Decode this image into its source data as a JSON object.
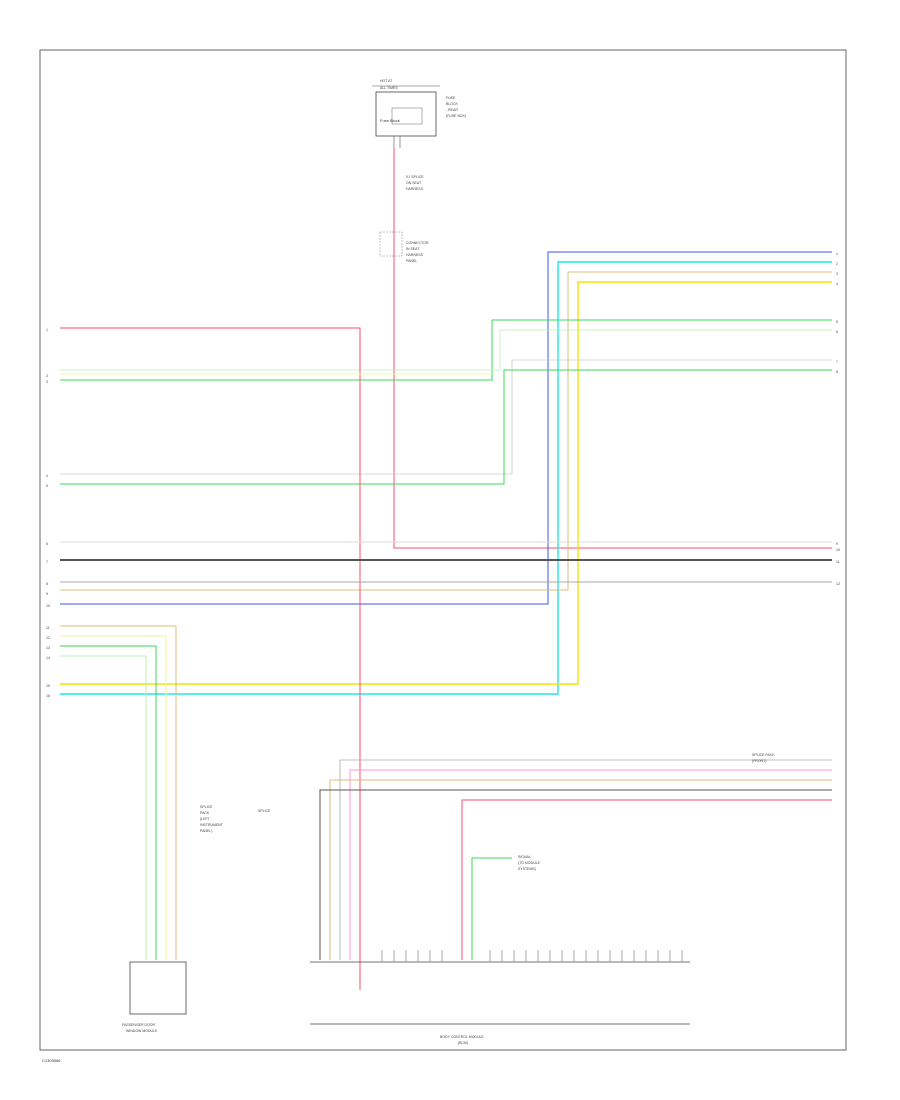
{
  "diagram_id": "C1309566",
  "modules": {
    "top_fuse": "Fuse Block",
    "bottom_left": "Passenger Door Window Module",
    "bottom_main": "Body Control Module (BCM)"
  },
  "colors": {
    "red": "#ff4d6d",
    "pink": "#ff9ad5",
    "yellow": "#f2e600",
    "light_yellow": "#f5f0b0",
    "tan": "#d8c07a",
    "green": "#3dd957",
    "light_green": "#b8f0b8",
    "cyan": "#22e6f0",
    "blue": "#3a55ff",
    "gray": "#8a8a8a",
    "black": "#222222"
  }
}
